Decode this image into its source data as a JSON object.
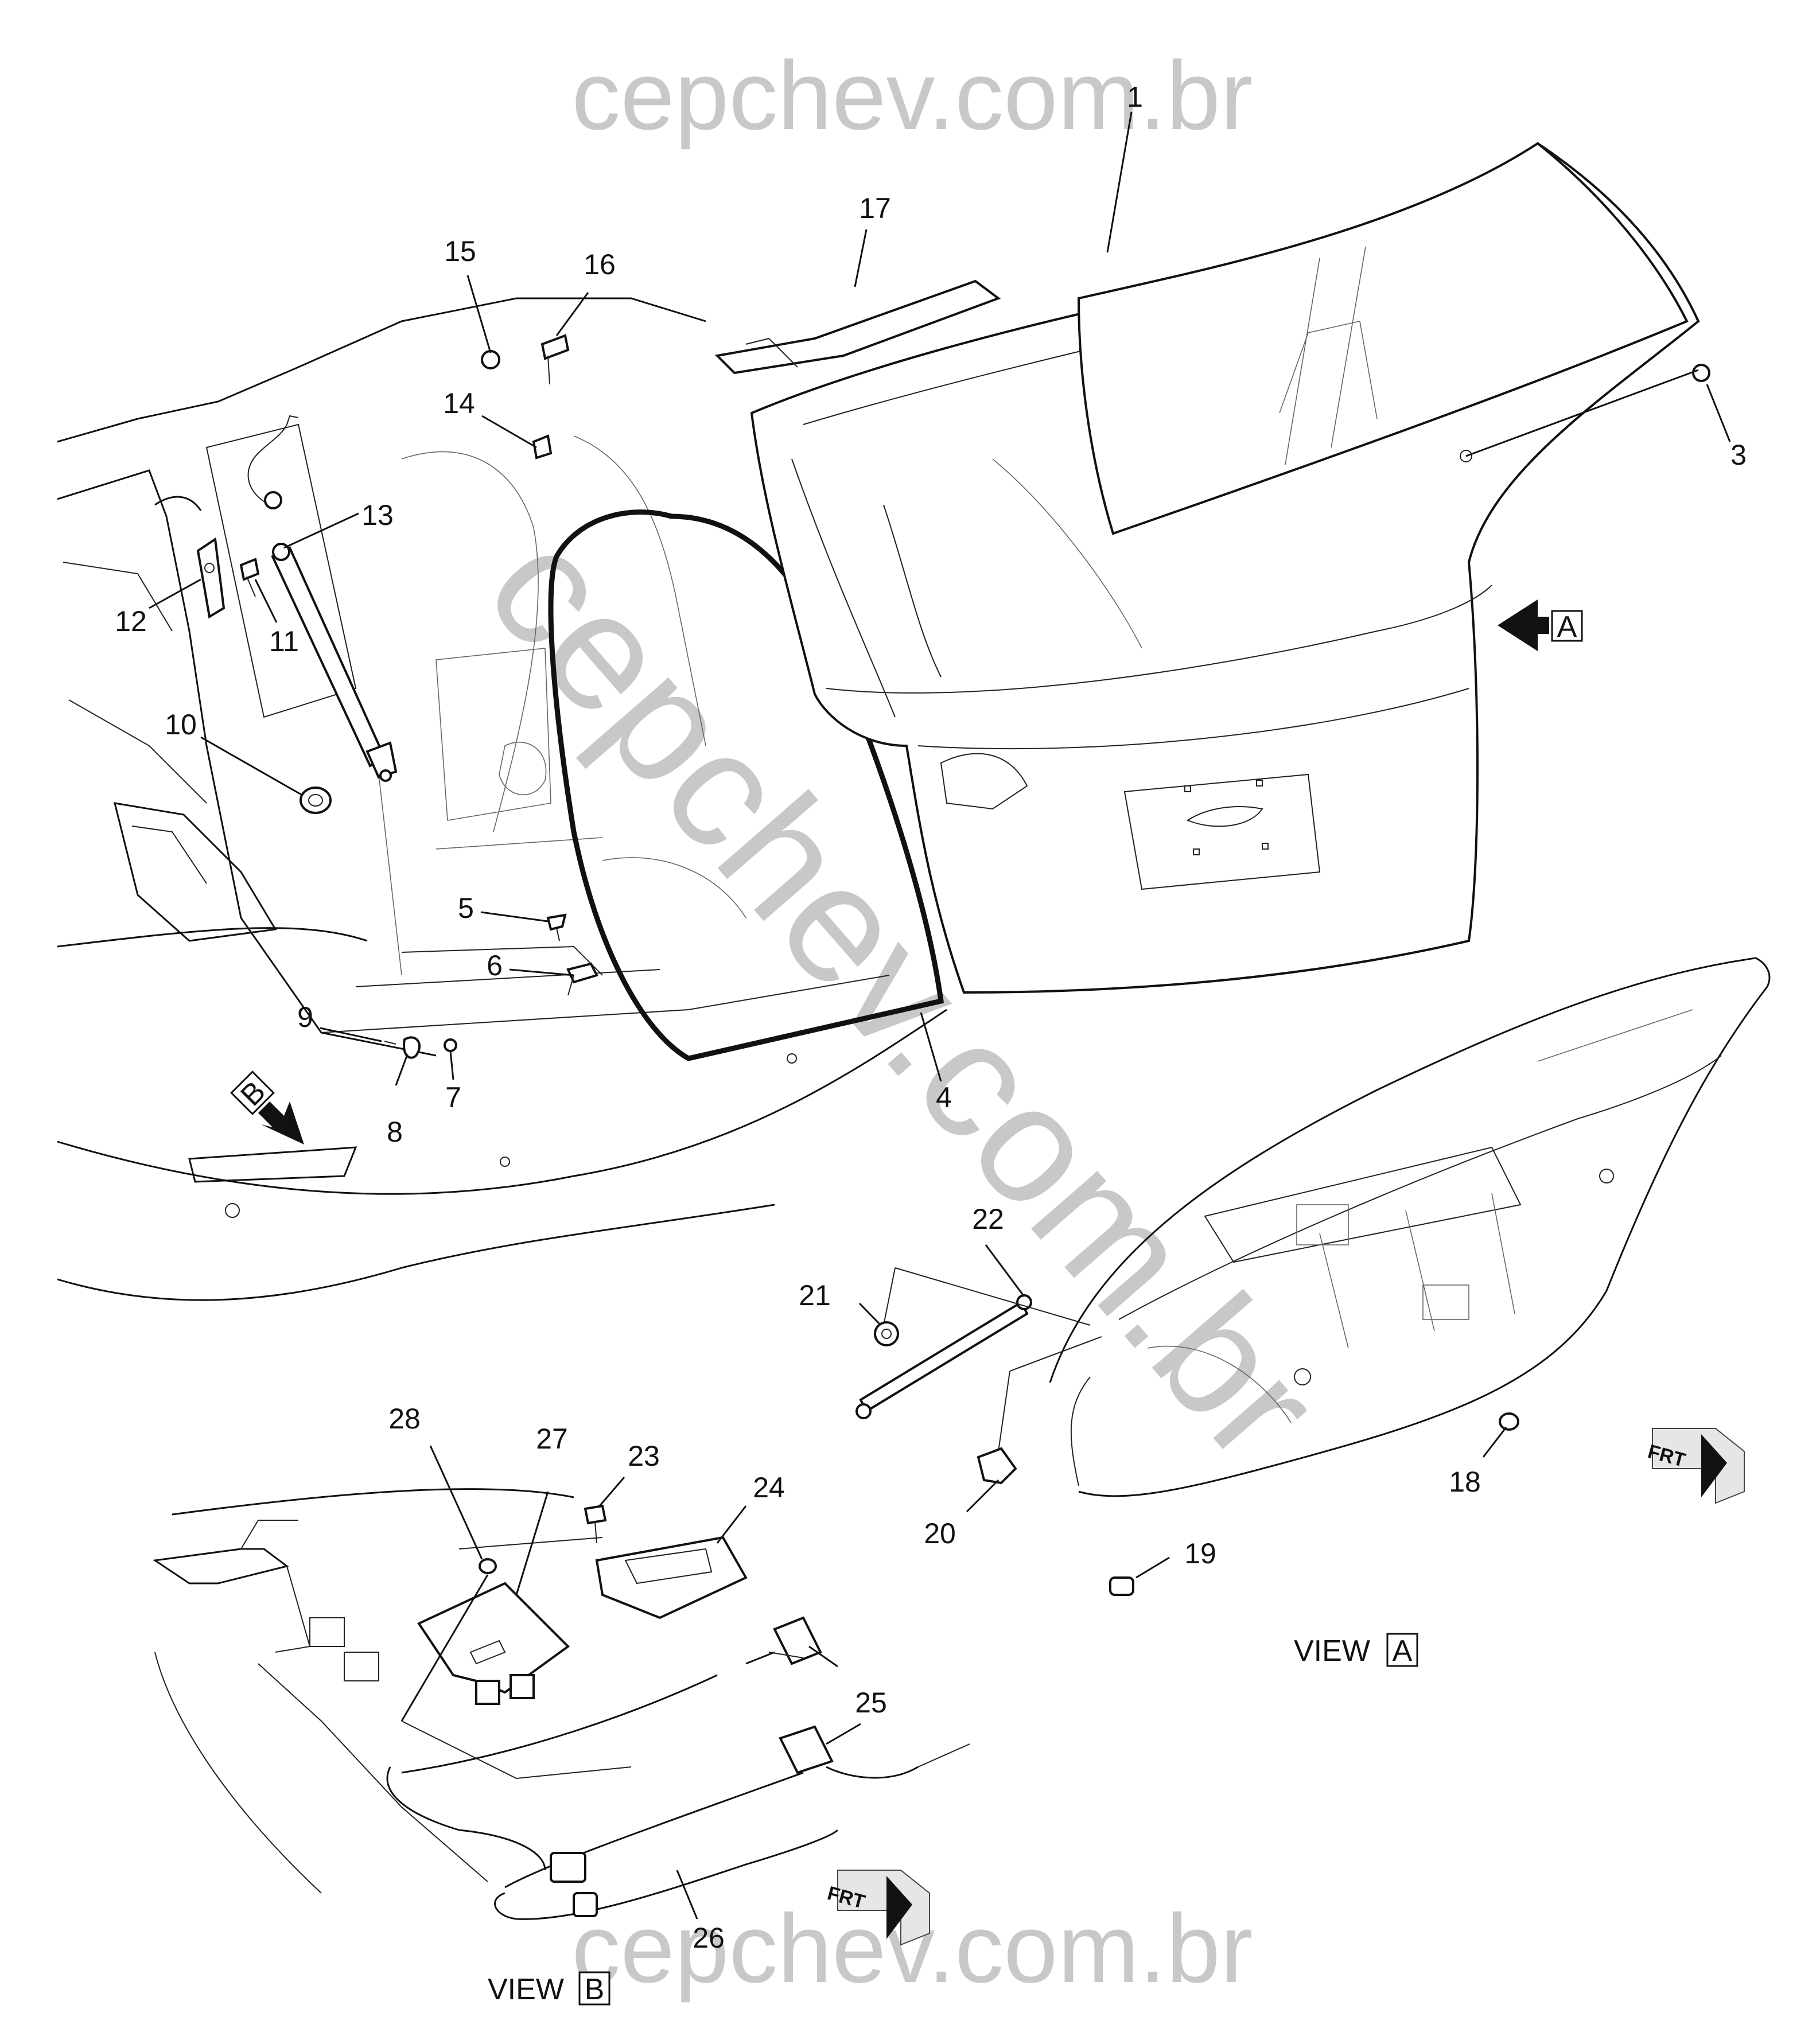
{
  "watermark": {
    "top": "cepchev.com.br",
    "diagonal": "cepchev.com.br",
    "bottom": "cepchev.com.br"
  },
  "callouts": [
    "1",
    "3",
    "4",
    "5",
    "6",
    "7",
    "8",
    "9",
    "10",
    "11",
    "12",
    "13",
    "14",
    "15",
    "16",
    "17",
    "18",
    "19",
    "20",
    "21",
    "22",
    "23",
    "24",
    "25",
    "26",
    "27",
    "28"
  ],
  "view_markers": {
    "arrow_a_letter": "A",
    "arrow_b_letter": "B",
    "view_a_word": "VIEW",
    "view_a_letter": "A",
    "view_b_word": "VIEW",
    "view_b_letter": "B"
  },
  "orientation": {
    "frt_a": "FRT",
    "frt_b": "FRT"
  }
}
